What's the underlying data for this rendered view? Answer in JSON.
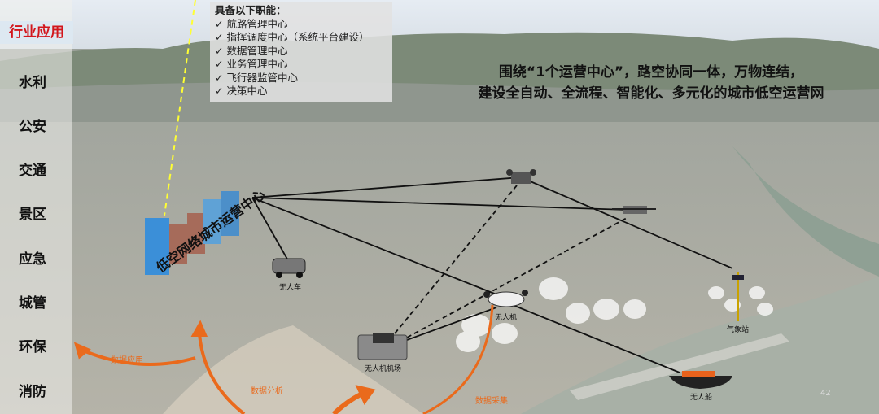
{
  "sidebar": {
    "title": "行业应用",
    "items": [
      "水利",
      "公安",
      "交通",
      "景区",
      "应急",
      "城管",
      "环保",
      "消防"
    ]
  },
  "panel": {
    "heading": "具备以下职能：",
    "items": [
      "航路管理中心",
      "指挥调度中心（系统平台建设）",
      "数据管理中心",
      "业务管理中心",
      "飞行器监管中心",
      "决策中心"
    ],
    "check": "✓"
  },
  "headline": {
    "line1": "围绕“1个运营中心”，路空协同一体，万物连结，",
    "line2": "建设全自动、全流程、智能化、多元化的城市低空运营网"
  },
  "center_label": "低空网络城市运营中心",
  "nodes": {
    "vehicle": "无人车",
    "drone": "无人机",
    "dock": "无人机机场",
    "weather": "气象站",
    "boat": "无人船"
  },
  "flows": {
    "apply": "数据应用",
    "analyze": "数据分析",
    "collect": "数据采集"
  },
  "page_number": "42",
  "colors": {
    "accent_red": "#d2161c",
    "orange": "#ea6a1c"
  }
}
